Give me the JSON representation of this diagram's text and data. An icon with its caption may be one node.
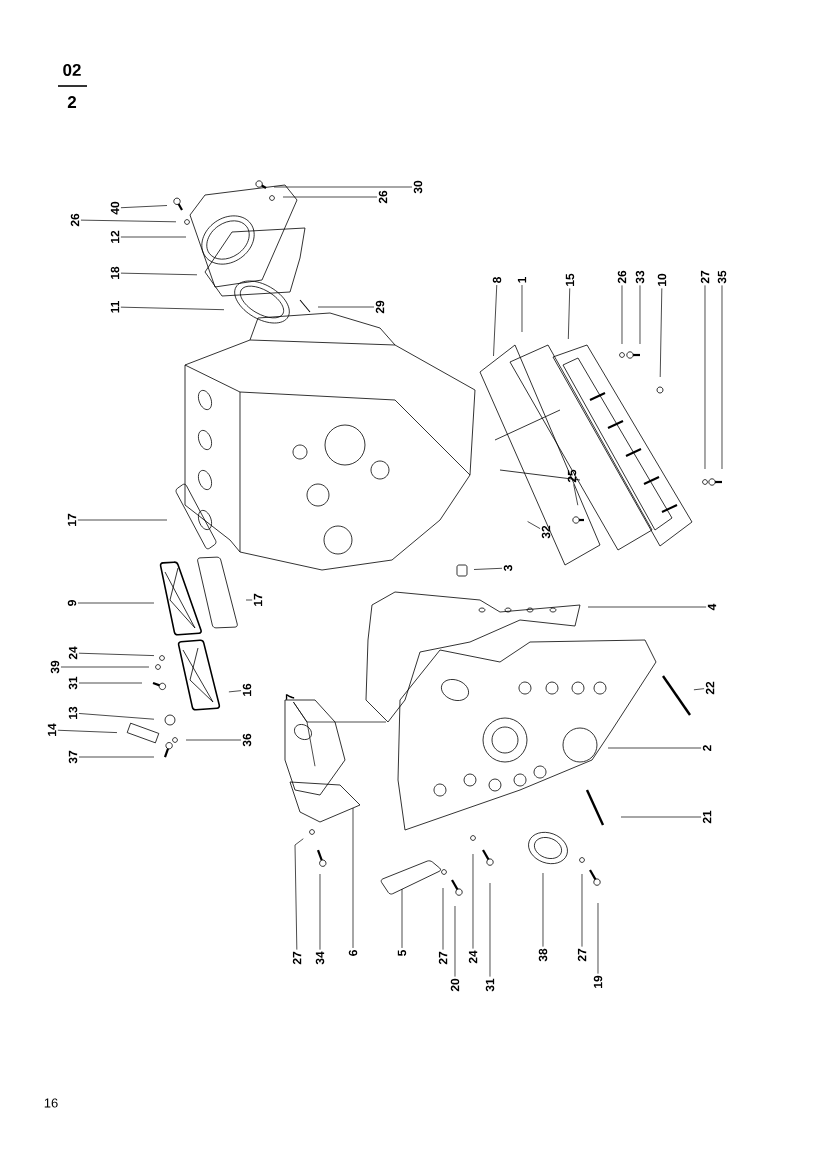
{
  "diagram": {
    "nodes": [
      {
        "text": [
          "40"
        ]
      },
      {
        "text": [
          "26"
        ]
      },
      {
        "text": [
          "12"
        ]
      },
      {
        "text": [
          "30"
        ]
      },
      {
        "text": [
          "26"
        ]
      },
      {
        "text": [
          "18"
        ]
      },
      {
        "text": [
          "11"
        ]
      },
      {
        "text": [
          "29"
        ]
      },
      {
        "text": [
          "8"
        ]
      },
      {
        "text": [
          "1"
        ]
      },
      {
        "text": [
          "15"
        ]
      },
      {
        "text": [
          "26"
        ]
      },
      {
        "text": [
          "33"
        ]
      },
      {
        "text": [
          "10"
        ]
      },
      {
        "text": [
          "27"
        ]
      },
      {
        "text": [
          "35"
        ]
      },
      {
        "text": [
          "25"
        ]
      },
      {
        "text": [
          "32"
        ]
      },
      {
        "text": [
          "17"
        ]
      },
      {
        "text": [
          "3"
        ]
      },
      {
        "text": [
          "17"
        ]
      },
      {
        "text": [
          "9"
        ]
      },
      {
        "text": [
          "4"
        ]
      },
      {
        "text": [
          "24"
        ]
      },
      {
        "text": [
          "39"
        ]
      },
      {
        "text": [
          "31"
        ]
      },
      {
        "text": [
          "22"
        ]
      },
      {
        "text": [
          "16"
        ]
      },
      {
        "text": [
          "7"
        ]
      },
      {
        "text": [
          "13"
        ]
      },
      {
        "text": [
          "14"
        ]
      },
      {
        "text": [
          "36"
        ]
      },
      {
        "text": [
          "2"
        ]
      },
      {
        "text": [
          "37"
        ]
      },
      {
        "text": [
          "21"
        ]
      },
      {
        "text": [
          "27"
        ]
      },
      {
        "text": [
          "34"
        ]
      },
      {
        "text": [
          "6"
        ]
      },
      {
        "text": [
          "5"
        ]
      },
      {
        "text": [
          "27"
        ]
      },
      {
        "text": [
          "20"
        ]
      },
      {
        "text": [
          "24"
        ]
      },
      {
        "text": [
          "31"
        ]
      },
      {
        "text": [
          "38"
        ]
      },
      {
        "text": [
          "27"
        ]
      },
      {
        "text": [
          "19"
        ]
      }
    ],
    "edges": [
      {
        "from": 0,
        "to": null,
        "arrow": "none"
      },
      {
        "from": 1,
        "to": null,
        "arrow": "none"
      },
      {
        "from": 2,
        "to": null,
        "arrow": "none"
      },
      {
        "from": 3,
        "to": null,
        "arrow": "none"
      },
      {
        "from": 4,
        "to": null,
        "arrow": "none"
      },
      {
        "from": 5,
        "to": null,
        "arrow": "none"
      },
      {
        "from": 6,
        "to": null,
        "arrow": "none"
      },
      {
        "from": 7,
        "to": null,
        "arrow": "none"
      },
      {
        "from": 8,
        "to": null,
        "arrow": "none"
      },
      {
        "from": 9,
        "to": null,
        "arrow": "none"
      },
      {
        "from": 10,
        "to": null,
        "arrow": "none"
      },
      {
        "from": 11,
        "to": null,
        "arrow": "none"
      },
      {
        "from": 12,
        "to": null,
        "arrow": "none"
      },
      {
        "from": 13,
        "to": null,
        "arrow": "none"
      },
      {
        "from": 14,
        "to": null,
        "arrow": "none"
      },
      {
        "from": 15,
        "to": null,
        "arrow": "none"
      },
      {
        "from": 16,
        "to": null,
        "arrow": "none"
      },
      {
        "from": 17,
        "to": null,
        "arrow": "none"
      },
      {
        "from": 18,
        "to": null,
        "arrow": "none"
      },
      {
        "from": 19,
        "to": null,
        "arrow": "none"
      },
      {
        "from": 20,
        "to": null,
        "arrow": "none"
      },
      {
        "from": 21,
        "to": null,
        "arrow": "none"
      },
      {
        "from": 22,
        "to": null,
        "arrow": "none"
      },
      {
        "from": 23,
        "to": null,
        "arrow": "none"
      },
      {
        "from": 24,
        "to": null,
        "arrow": "none"
      },
      {
        "from": 25,
        "to": null,
        "arrow": "none"
      },
      {
        "from": 26,
        "to": null,
        "arrow": "none"
      },
      {
        "from": 27,
        "to": null,
        "arrow": "none"
      },
      {
        "from": 28,
        "to": null,
        "arrow": "none"
      },
      {
        "from": 28,
        "to": null,
        "arrow": "none"
      },
      {
        "from": 29,
        "to": null,
        "arrow": "none"
      },
      {
        "from": 30,
        "to": null,
        "arrow": "none"
      },
      {
        "from": 31,
        "to": null,
        "arrow": "none"
      },
      {
        "from": 32,
        "to": null,
        "arrow": "none"
      },
      {
        "from": 33,
        "to": null,
        "arrow": "none"
      },
      {
        "from": 34,
        "to": null,
        "arrow": "none"
      },
      {
        "from": 35,
        "to": null,
        "arrow": "none"
      },
      {
        "from": 36,
        "to": null,
        "arrow": "none"
      },
      {
        "from": 37,
        "to": null,
        "arrow": "none"
      },
      {
        "from": 38,
        "to": null,
        "arrow": "none"
      },
      {
        "from": 39,
        "to": null,
        "arrow": "none"
      },
      {
        "from": 40,
        "to": null,
        "arrow": "none"
      },
      {
        "from": 41,
        "to": null,
        "arrow": "none"
      },
      {
        "from": 42,
        "to": null,
        "arrow": "none"
      },
      {
        "from": 43,
        "to": null,
        "arrow": "none"
      },
      {
        "from": 44,
        "to": null,
        "arrow": "none"
      },
      {
        "from": 45,
        "to": null,
        "arrow": "none"
      }
    ],
    "labels": [
      "02",
      "2",
      "16"
    ]
  }
}
